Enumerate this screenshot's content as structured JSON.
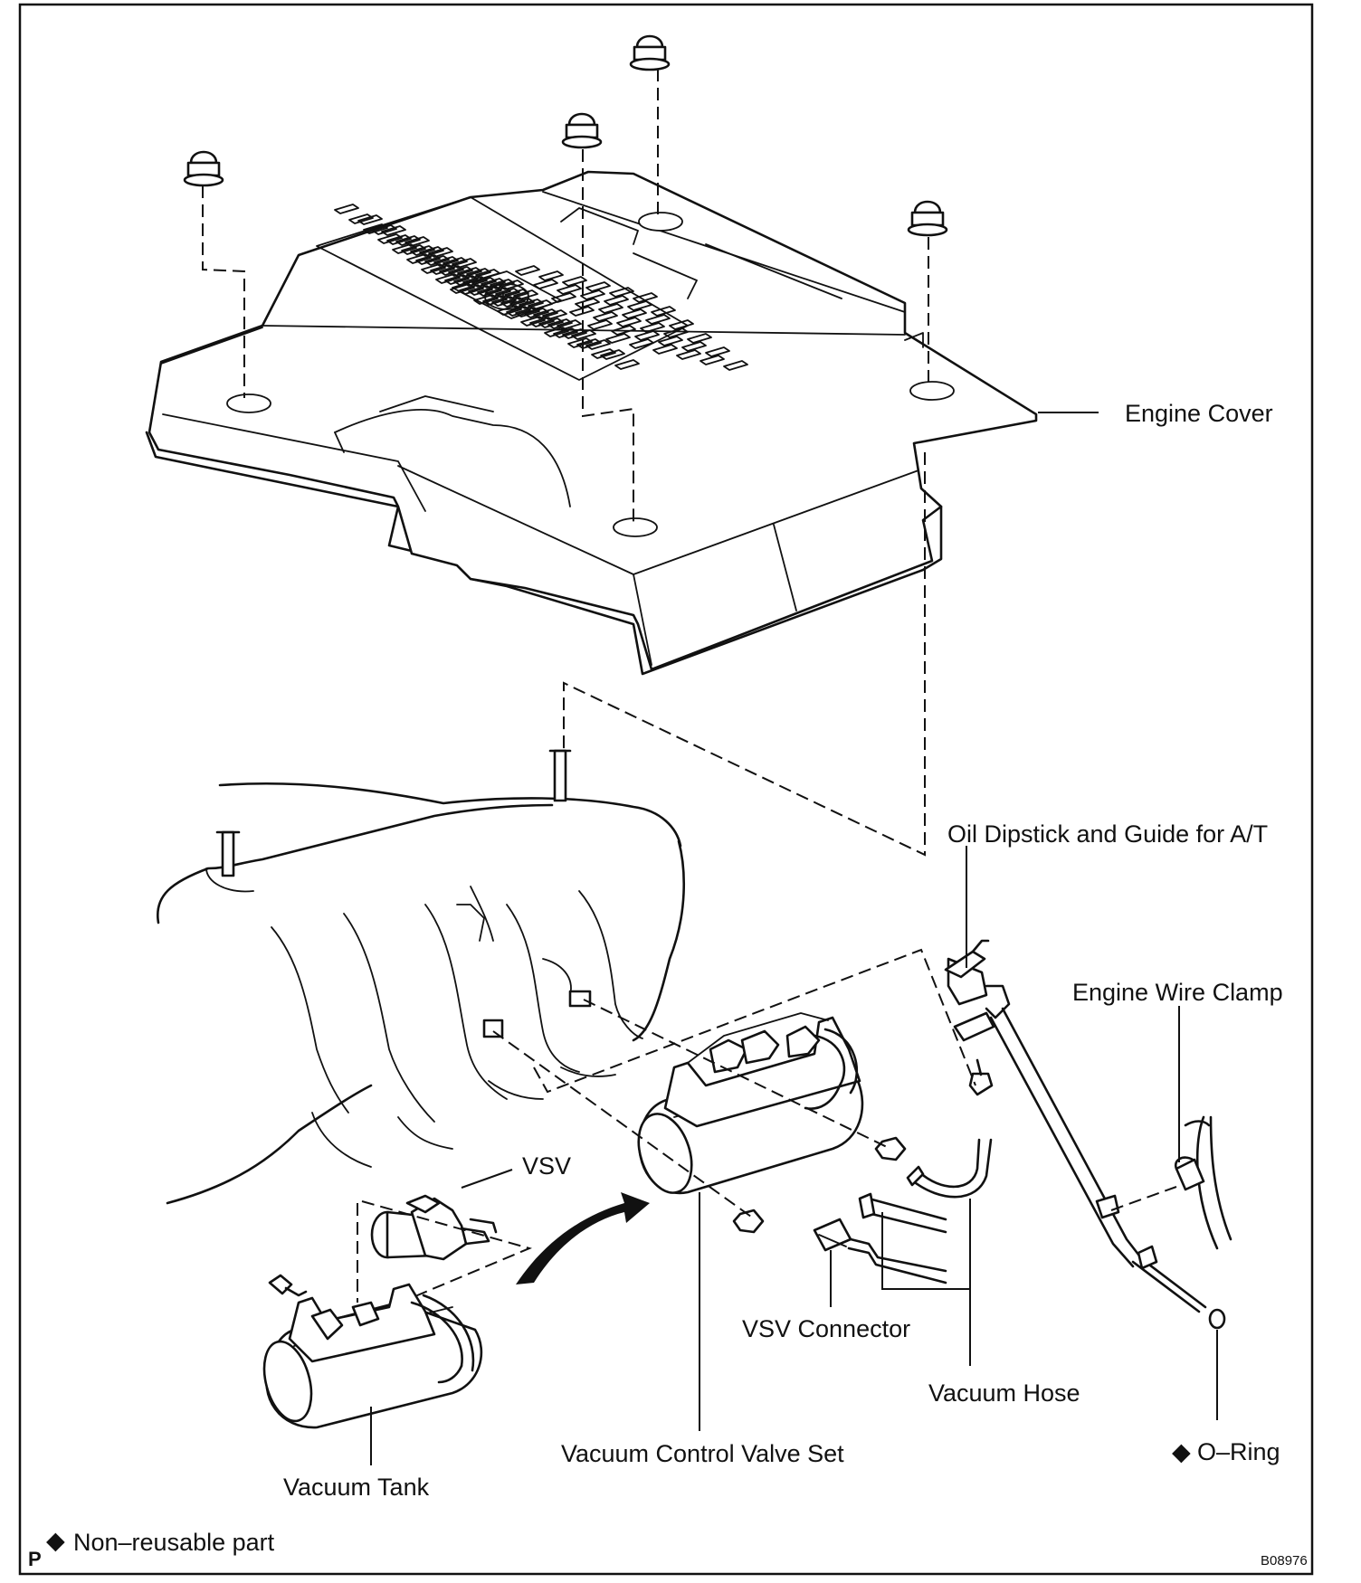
{
  "labels": {
    "engine_cover": "Engine Cover",
    "oil_dipstick": "Oil Dipstick and Guide for A/T",
    "engine_wire_clamp": "Engine Wire Clamp",
    "vsv": "VSV",
    "vsv_connector": "VSV Connector",
    "vacuum_hose": "Vacuum Hose",
    "vacuum_tank": "Vacuum Tank",
    "vacuum_control_valve_set": "Vacuum Control Valve Set",
    "o_ring": "O–Ring"
  },
  "footer": {
    "corner_mark": "P",
    "legend_symbol": "◆",
    "legend_text": "Non–reusable part",
    "figure_code": "B08976"
  },
  "colors": {
    "line": "#111111",
    "background": "#ffffff"
  }
}
